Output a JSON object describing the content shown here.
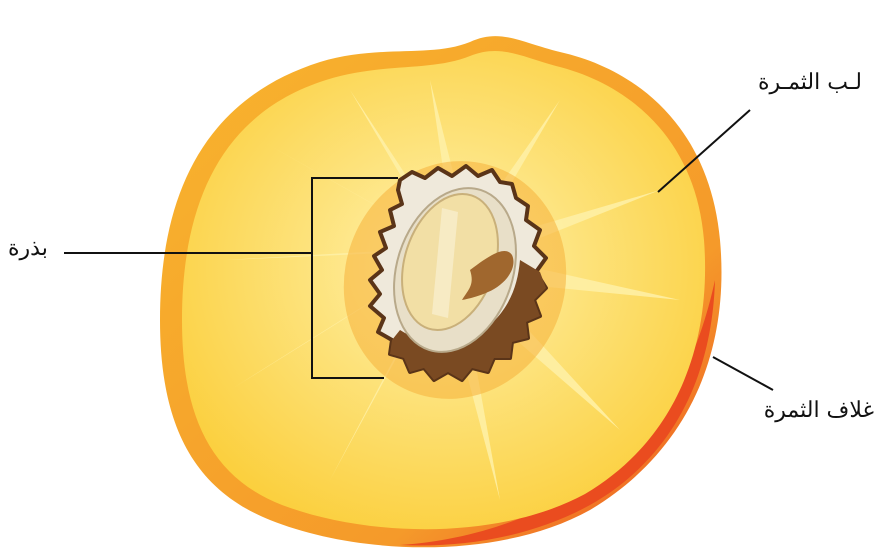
{
  "labels": {
    "pulp": "لـب الثمـرة",
    "seed": "بذرة",
    "skin": "غلاف الثمرة"
  },
  "colors": {
    "skin_outer": "#f7a12a",
    "skin_red": "#ee5a24",
    "flesh_main": "#fbd44a",
    "flesh_light": "#fde98a",
    "flesh_glow": "#fff3b0",
    "pit_ring": "#f3a526",
    "pit_shell": "#efe9db",
    "pit_dark": "#6b3f1e",
    "pit_brown": "#8b5a2b",
    "kernel": "#f2dfa5",
    "line": "#111111"
  }
}
